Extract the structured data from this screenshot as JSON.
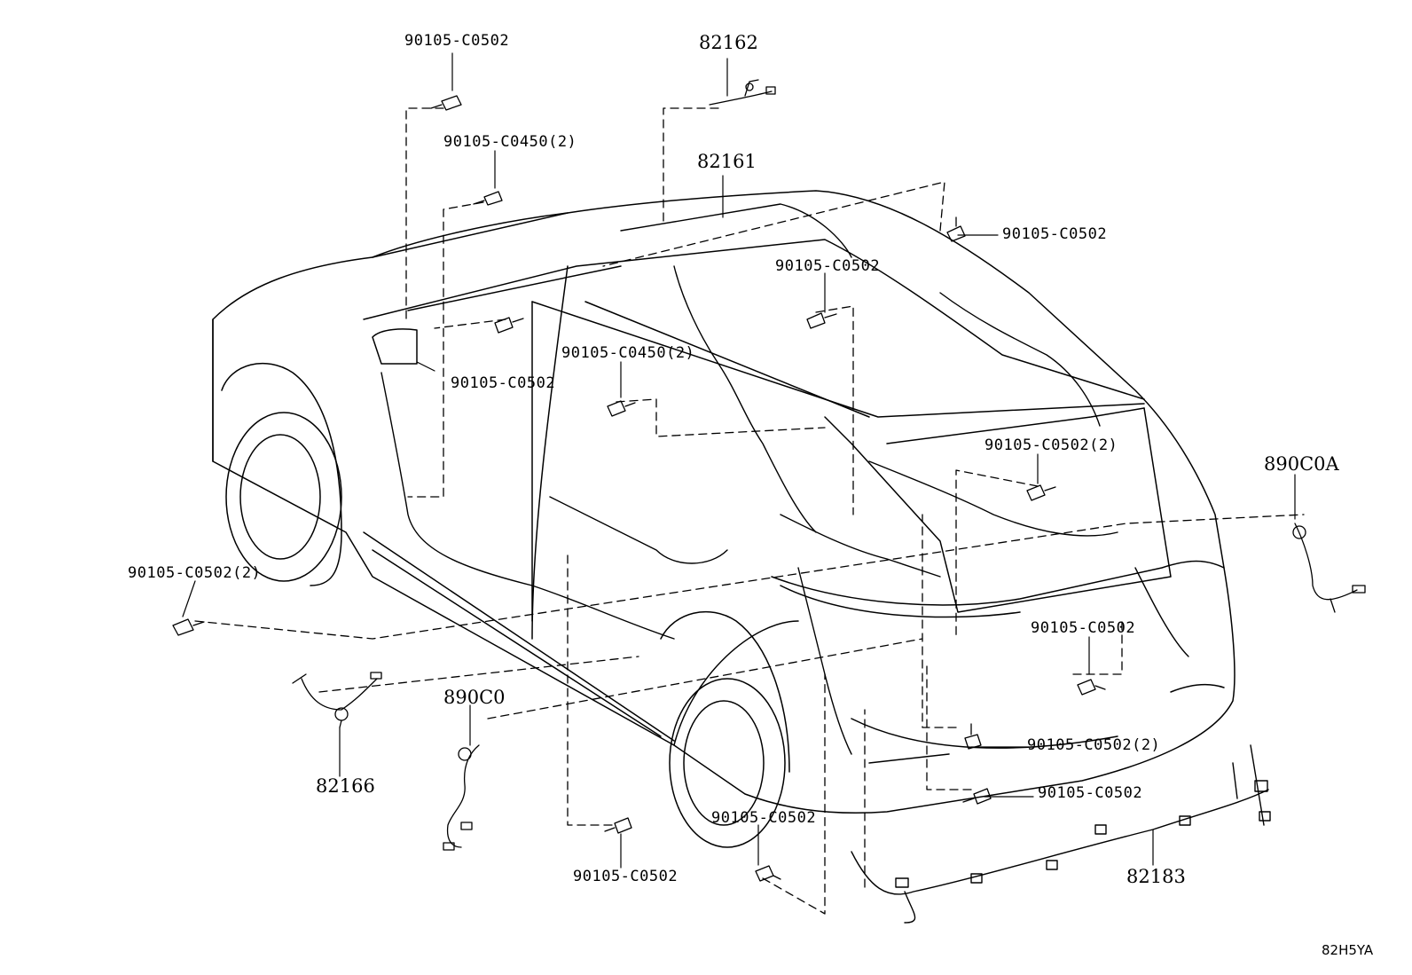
{
  "parts": {
    "p1": "90105-C0502",
    "p2": "82162",
    "p3": "90105-C0450(2)",
    "p4": "82161",
    "p5": "90105-C0502",
    "p6": "90105-C0502",
    "p7": "90105-C0502",
    "p8": "90105-C0450(2)",
    "p9": "90105-C0502(2)",
    "p10": "890C0A",
    "p11": "90105-C0502(2)",
    "p12": "90105-C0502",
    "p13": "890C0",
    "p14": "90105-C0502(2)",
    "p15": "82166",
    "p16": "90105-C0502",
    "p17": "90105-C0502",
    "p18": "82183",
    "p19": "90105-C0502"
  },
  "diagram_ref": "82H5YA"
}
